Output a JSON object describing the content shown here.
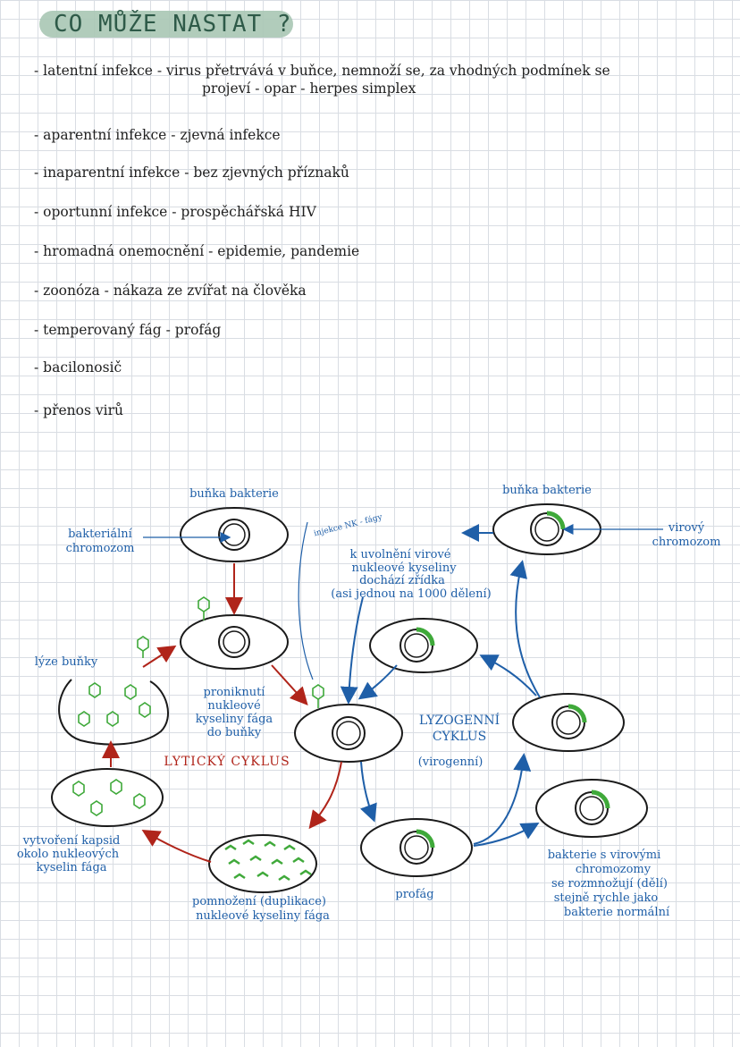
{
  "title": "CO MŮŽE NASTAT ?",
  "notes": [
    {
      "term": "latentní infekce",
      "desc": "virus přetrvává v buňce, nemnoží se, za vhodných podmínek se",
      "desc2": "projeví - opar - herpes simplex"
    },
    {
      "term": "aparentní infekce",
      "desc": "zjevná infekce"
    },
    {
      "term": "inaparentní infekce",
      "desc": "bez zjevných příznaků"
    },
    {
      "term": "oportunní infekce",
      "desc": "prospěchářská HIV"
    },
    {
      "term": "hromadná onemocnění",
      "desc": "epidemie, pandemie"
    },
    {
      "term": "zoonóza",
      "desc": "nákaza ze zvířat na člověka"
    },
    {
      "term": "temperovaný fág",
      "desc": "profág"
    },
    {
      "term": "bacilonosič",
      "desc": ""
    },
    {
      "term": "přenos virů",
      "desc": ""
    }
  ],
  "diagram": {
    "cell_top_left": "buňka bakterie",
    "cell_top_right": "buňka bakterie",
    "bacterial_chromosome": [
      "bakteriální",
      "chromozom"
    ],
    "viral_chromosome": [
      "virový",
      "chromozom"
    ],
    "injection": "injekce NK - fágy",
    "release": [
      "k uvolnění virové",
      "nukleové kyseliny",
      "dochází zřídka",
      "(asi jednou na 1000 dělení)"
    ],
    "lysis": "lýze buňky",
    "penetration": [
      "proniknutí",
      "nukleové",
      "kyseliny fága",
      "do buňky"
    ],
    "lytic_cycle": "LYTICKÝ CYKLUS",
    "lysogenic_cycle": [
      "LYZOGENNÍ",
      "CYKLUS"
    ],
    "virogenic": "(virogenní)",
    "capsid": [
      "vytvoření kapsid",
      "okolo nukleových",
      "kyselin fága"
    ],
    "replication": [
      "pomnožení (duplikace)",
      "nukleové kyseliny fága"
    ],
    "prophage": "profág",
    "bacteria_note": [
      "bakterie s virovými",
      "chromozomy",
      "se rozmnožují (dělí)",
      "stejně rychle jako",
      "bakterie normální"
    ]
  },
  "colors": {
    "lytic": "#b0241a",
    "lysogenic": "#1f5fa8",
    "phage": "#3fa93a",
    "title_bg": "#a9c6b4"
  }
}
